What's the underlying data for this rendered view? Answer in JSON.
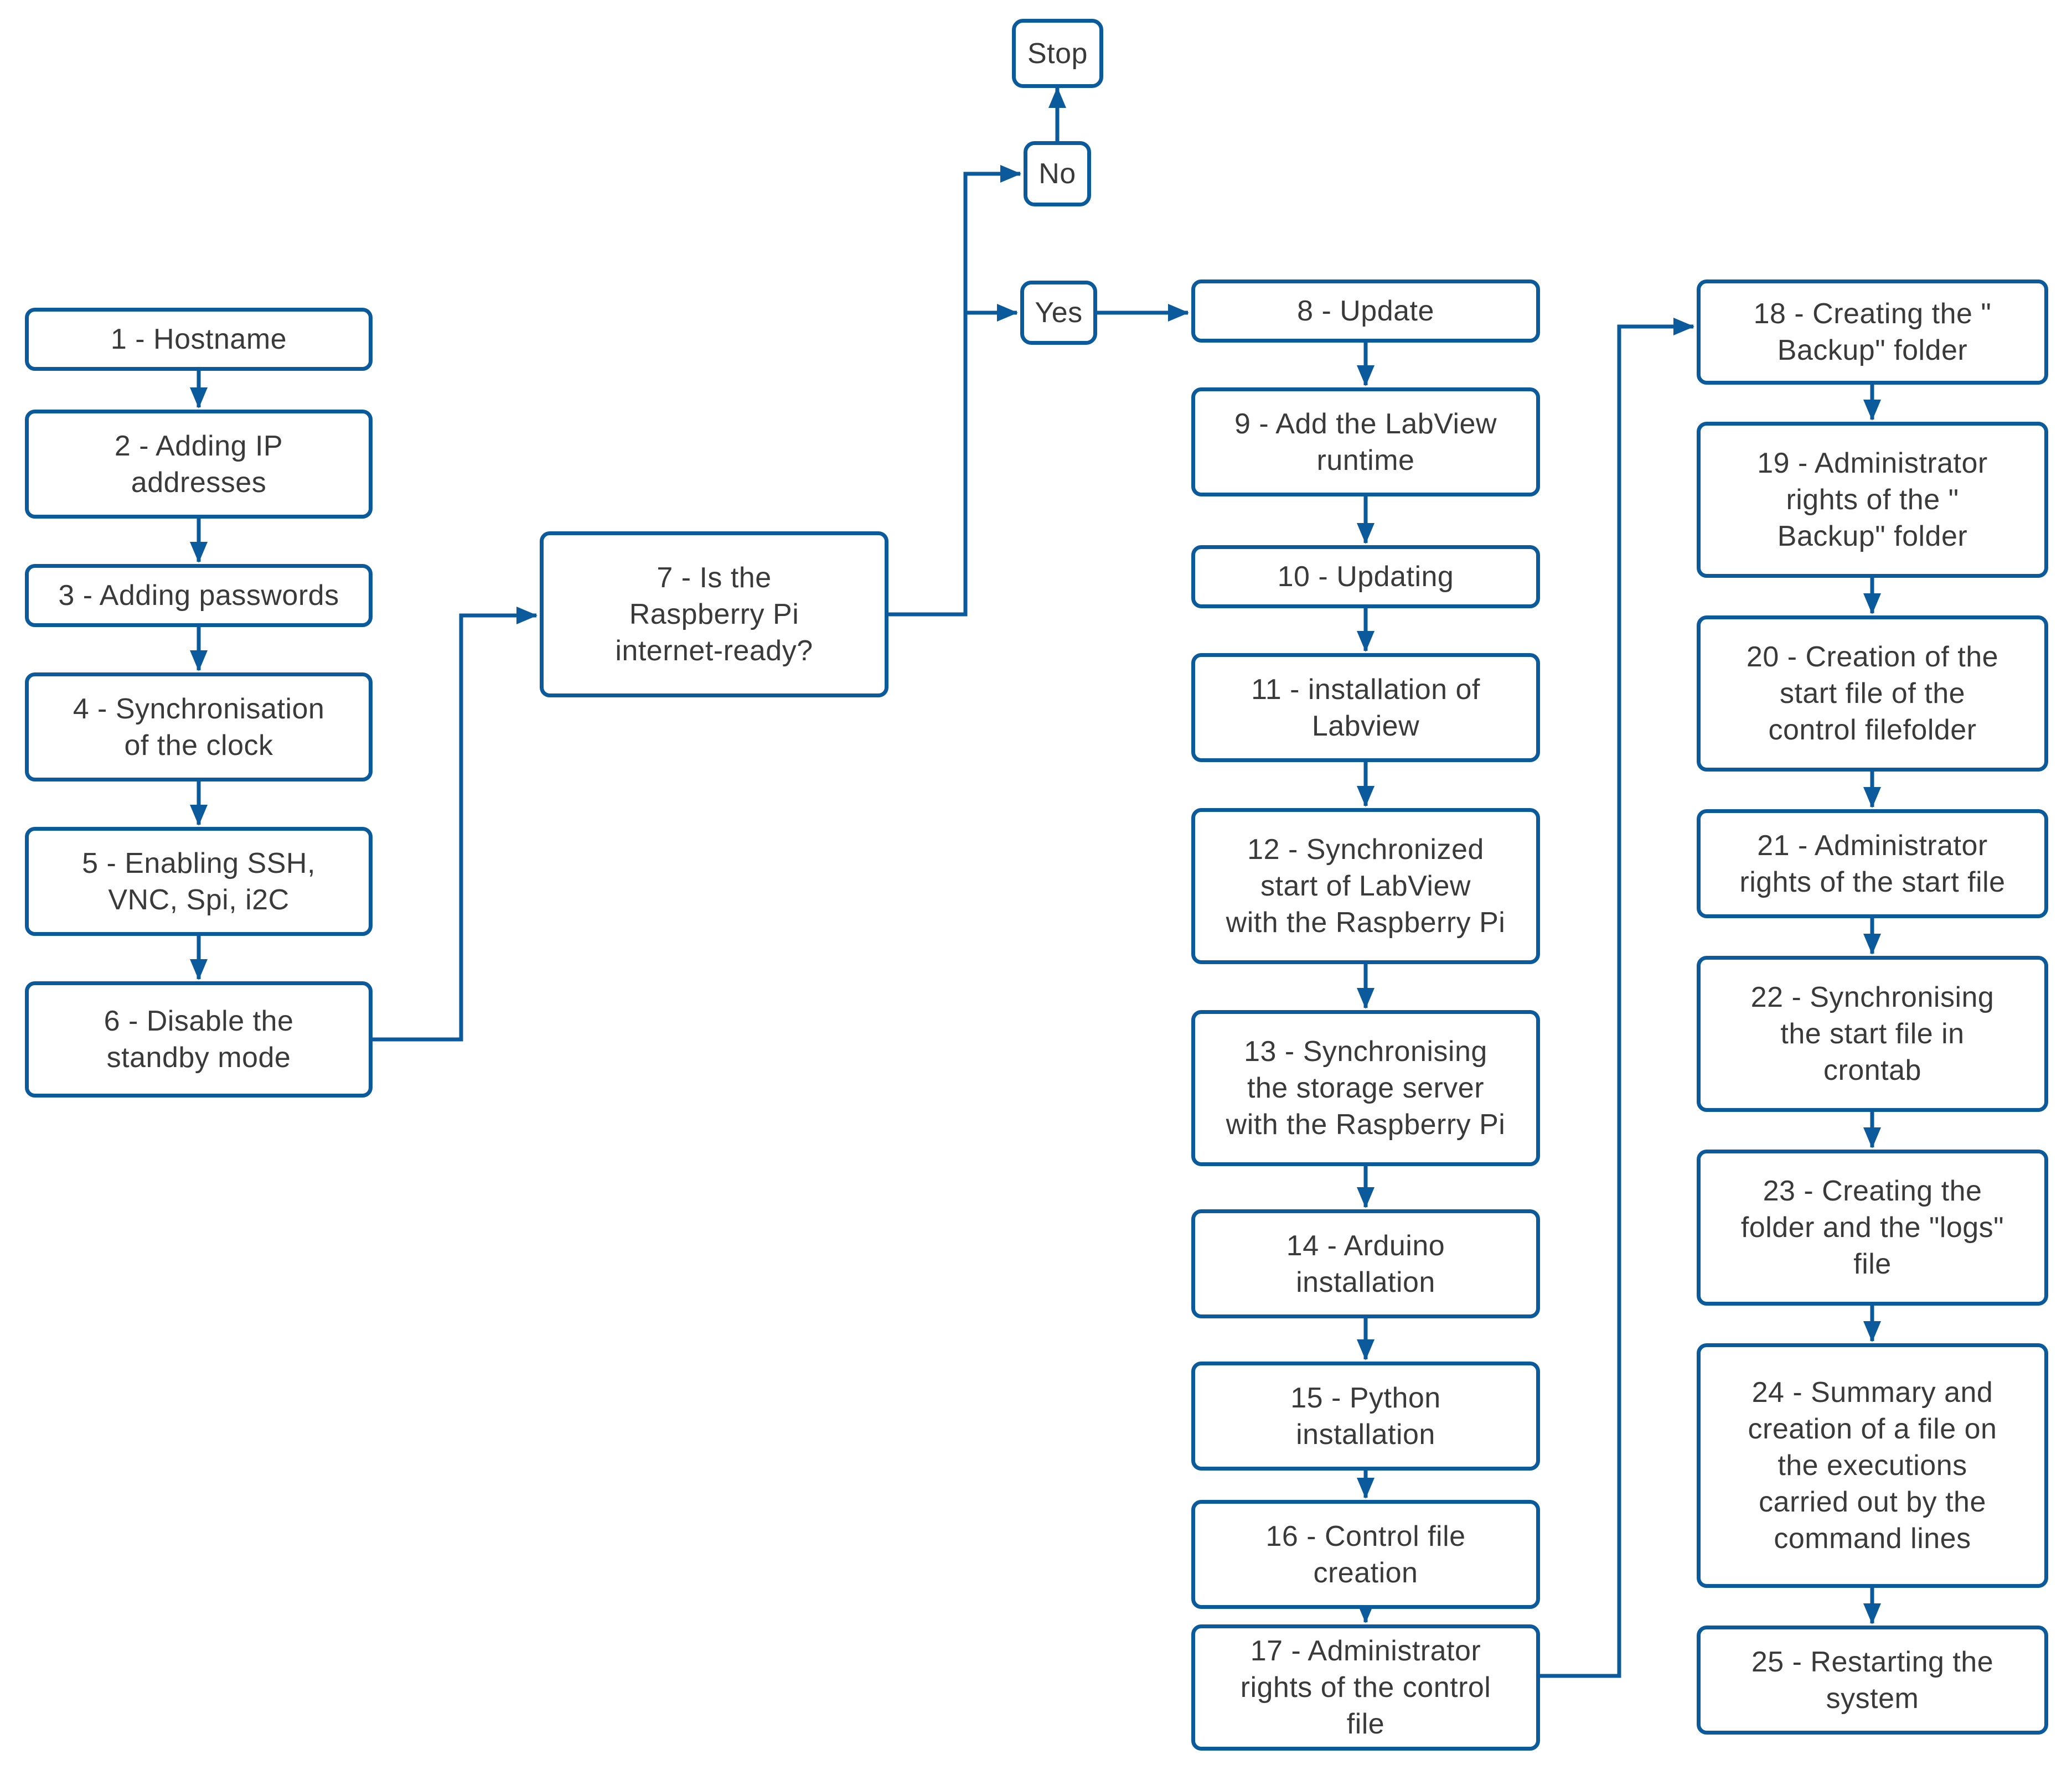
{
  "colors": {
    "stroke_blue": "#0b5a9b",
    "text_gray": "#3a3a3a",
    "background": "#ffffff"
  },
  "nodes": {
    "n1": {
      "label": "1 - Hostname"
    },
    "n2": {
      "label": "2 - Adding IP\naddresses"
    },
    "n3": {
      "label": "3 - Adding passwords"
    },
    "n4": {
      "label": "4 - Synchronisation\nof the clock"
    },
    "n5": {
      "label": "5 - Enabling SSH,\nVNC, Spi, i2C"
    },
    "n6": {
      "label": "6 - Disable the\nstandby mode"
    },
    "n7": {
      "label": "7 - Is the\nRaspberry Pi\ninternet-ready?"
    },
    "stop": {
      "label": "Stop"
    },
    "no": {
      "label": "No"
    },
    "yes": {
      "label": "Yes"
    },
    "n8": {
      "label": "8 - Update"
    },
    "n9": {
      "label": "9 - Add the LabView\nruntime"
    },
    "n10": {
      "label": "10 - Updating"
    },
    "n11": {
      "label": "11 - installation of\nLabview"
    },
    "n12": {
      "label": "12 - Synchronized\nstart of LabView\nwith the Raspberry Pi"
    },
    "n13": {
      "label": "13 - Synchronising\nthe storage server\nwith the Raspberry Pi"
    },
    "n14": {
      "label": "14 - Arduino\ninstallation"
    },
    "n15": {
      "label": "15 - Python\ninstallation"
    },
    "n16": {
      "label": "16 - Control file\ncreation"
    },
    "n17": {
      "label": "17 - Administrator\nrights of the control\nfile"
    },
    "n18": {
      "label": "18 - Creating the \"\nBackup\" folder"
    },
    "n19": {
      "label": "19 - Administrator\nrights of the \"\nBackup\" folder"
    },
    "n20": {
      "label": "20 - Creation of the\nstart file of the\ncontrol filefolder"
    },
    "n21": {
      "label": "21 - Administrator\nrights of the start file"
    },
    "n22": {
      "label": "22 - Synchronising\nthe start file in\ncrontab"
    },
    "n23": {
      "label": "23 - Creating the\nfolder and the \"logs\"\nfile"
    },
    "n24": {
      "label": "24 - Summary and\ncreation of a file on\nthe executions\ncarried out by the\ncommand lines"
    },
    "n25": {
      "label": "25 - Restarting the\nsystem"
    }
  },
  "edges": [
    "1 -> 2",
    "2 -> 3",
    "3 -> 4",
    "4 -> 5",
    "5 -> 6",
    "6 -> 7",
    "7 -> No",
    "7 -> Yes",
    "No -> Stop",
    "Yes -> 8",
    "8 -> 9",
    "9 -> 10",
    "10 -> 11",
    "11 -> 12",
    "12 -> 13",
    "13 -> 14",
    "14 -> 15",
    "15 -> 16",
    "16 -> 17",
    "17 -> 18",
    "18 -> 19",
    "19 -> 20",
    "20 -> 21",
    "21 -> 22",
    "22 -> 23",
    "23 -> 24",
    "24 -> 25"
  ]
}
